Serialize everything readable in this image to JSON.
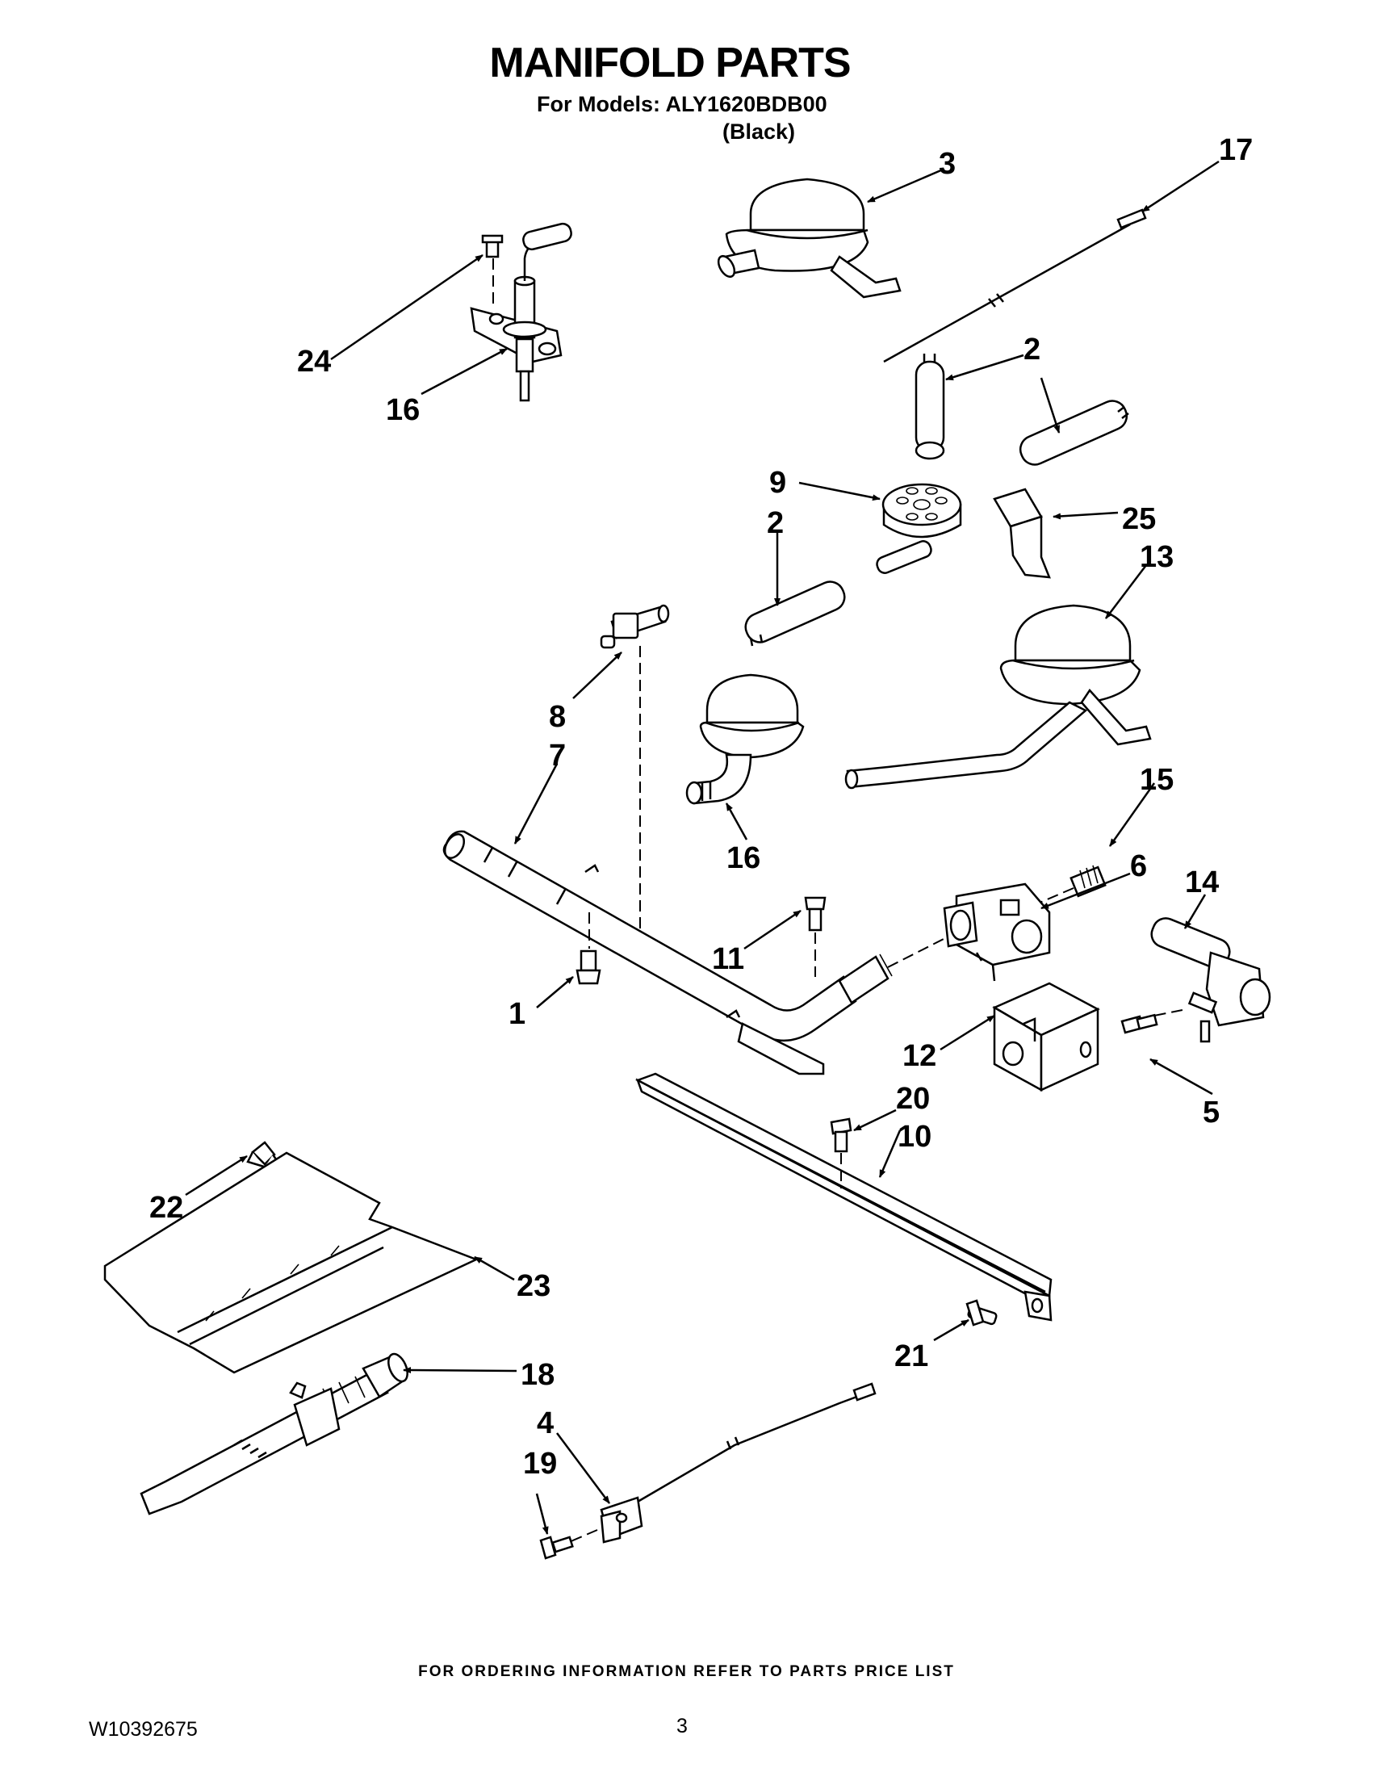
{
  "header": {
    "title": "MANIFOLD PARTS",
    "models_line": "For Models: ALY1620BDB00",
    "color_line": "(Black)"
  },
  "callouts": {
    "c1": "1",
    "c2a": "2",
    "c2b": "2",
    "c3": "3",
    "c4": "4",
    "c5": "5",
    "c6": "6",
    "c7": "7",
    "c8": "8",
    "c9": "9",
    "c10": "10",
    "c11": "11",
    "c12": "12",
    "c13": "13",
    "c14": "14",
    "c15": "15",
    "c16a": "16",
    "c16b": "16",
    "c17": "17",
    "c18": "18",
    "c19": "19",
    "c20": "20",
    "c21": "21",
    "c22": "22",
    "c23": "23",
    "c24": "24",
    "c25": "25"
  },
  "footer": {
    "ordering_note": "FOR ORDERING INFORMATION REFER TO PARTS PRICE LIST",
    "document_number": "W10392675",
    "page_number": "3"
  }
}
